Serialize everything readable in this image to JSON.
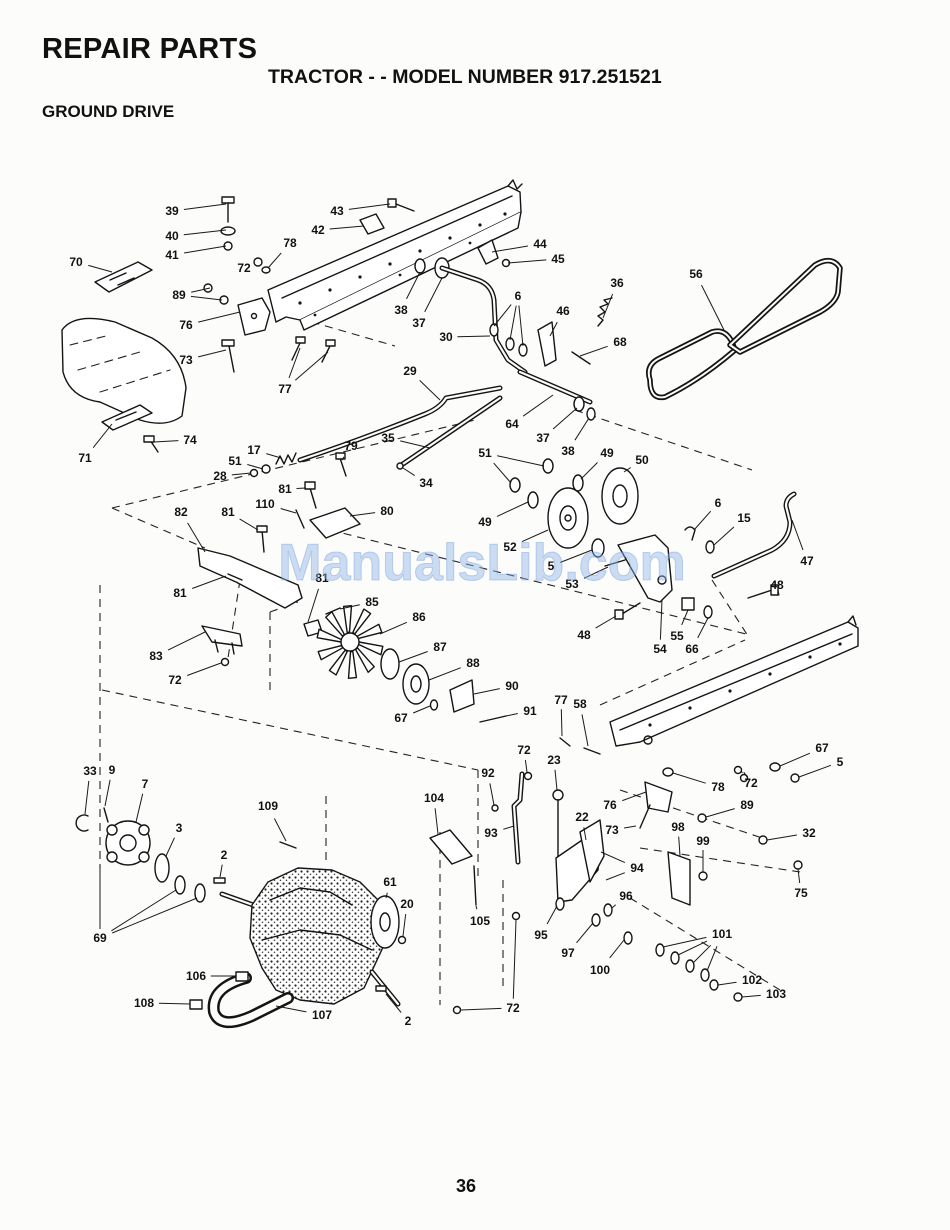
{
  "header": {
    "title": "REPAIR PARTS",
    "subtitle": "TRACTOR - - MODEL NUMBER 917.251521",
    "section": "GROUND DRIVE"
  },
  "watermark": "ManualsLib.com",
  "page_number": "36",
  "callouts": [
    "39",
    "40",
    "41",
    "43",
    "42",
    "70",
    "72",
    "78",
    "44",
    "45",
    "36",
    "56",
    "89",
    "76",
    "6",
    "46",
    "38",
    "37",
    "30",
    "68",
    "73",
    "77",
    "29",
    "64",
    "37",
    "38",
    "71",
    "74",
    "35",
    "17",
    "79",
    "51",
    "28",
    "34",
    "51",
    "49",
    "50",
    "81",
    "110",
    "80",
    "82",
    "81",
    "6",
    "15",
    "49",
    "52",
    "5",
    "53",
    "47",
    "81",
    "81",
    "48",
    "85",
    "86",
    "48",
    "54",
    "55",
    "66",
    "83",
    "72",
    "87",
    "88",
    "90",
    "67",
    "91",
    "77",
    "58",
    "72",
    "67",
    "5",
    "33",
    "9",
    "7",
    "92",
    "23",
    "78",
    "72",
    "104",
    "109",
    "76",
    "89",
    "3",
    "93",
    "22",
    "73",
    "98",
    "32",
    "99",
    "2",
    "94",
    "75",
    "61",
    "20",
    "96",
    "105",
    "95",
    "97",
    "101",
    "100",
    "69",
    "106",
    "102",
    "103",
    "72",
    "108",
    "107",
    "2"
  ]
}
